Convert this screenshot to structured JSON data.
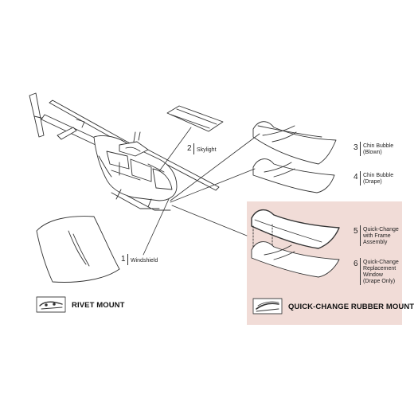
{
  "parts": [
    {
      "number": "1",
      "label": "Windshield"
    },
    {
      "number": "2",
      "label": "Skylight"
    },
    {
      "number": "3",
      "label": "Chin Bubble (Blown)"
    },
    {
      "number": "4",
      "label": "Chin Bubble (Drape)"
    },
    {
      "number": "5",
      "label": "Quick-Change with Frame Assembly"
    },
    {
      "number": "6",
      "label": "Quick-Change Replacement Window (Drape Only)"
    }
  ],
  "legend": {
    "rivet_mount": "RIVET MOUNT",
    "quick_change_mount": "QUICK-CHANGE RUBBER MOUNT"
  },
  "colors": {
    "quick_change_panel": "#f1dcd7",
    "line": "#333333"
  }
}
